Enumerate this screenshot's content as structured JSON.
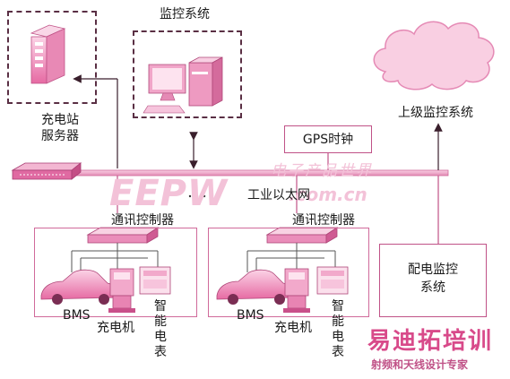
{
  "labels": {
    "monitoring_system": "监控系统",
    "charging_station_server_line1": "充电站",
    "charging_station_server_line2": "服务器",
    "superior_monitoring_system": "上级监控系统",
    "gps_clock": "GPS时钟",
    "industrial_ethernet": "工业以太网",
    "comm_controller_left": "通讯控制器",
    "comm_controller_right": "通讯控制器",
    "distribution_monitoring_line1": "配电监控",
    "distribution_monitoring_line2": "系统",
    "bms_left": "BMS",
    "charger_left": "充电机",
    "smart_meter_left": [
      "智",
      "能",
      "电",
      "表"
    ],
    "bms_right": "BMS",
    "charger_right": "充电机",
    "smart_meter_right": [
      "智",
      "能",
      "电",
      "表"
    ]
  },
  "watermark": {
    "eepw": "EEPW",
    "domain": ".com.cn",
    "chinese": "电子产品世界",
    "brand": "易迪拓培训",
    "tagline": "射频和天线设计专家"
  },
  "colors": {
    "primary_pink": "#d84a8a",
    "light_pink": "#f6c6dc",
    "line_pink": "#c05287",
    "dashed_border": "#5a2f44"
  }
}
